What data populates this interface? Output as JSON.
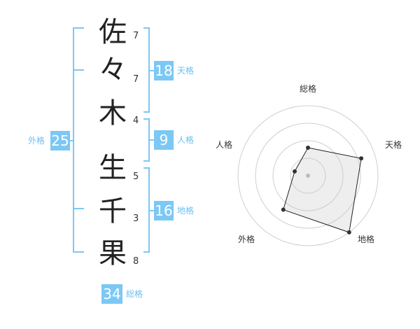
{
  "name": {
    "chars": [
      {
        "char": "佐",
        "strokes": "7"
      },
      {
        "char": "々",
        "strokes": "7"
      },
      {
        "char": "木",
        "strokes": "4"
      },
      {
        "char": "生",
        "strokes": "5"
      },
      {
        "char": "千",
        "strokes": "3"
      },
      {
        "char": "果",
        "strokes": "8"
      }
    ]
  },
  "kaku": {
    "tenkaku": {
      "value": "18",
      "label": "天格"
    },
    "jinkaku": {
      "value": "9",
      "label": "人格"
    },
    "chikaku": {
      "value": "16",
      "label": "地格"
    },
    "gaikaku": {
      "value": "25",
      "label": "外格"
    },
    "soukaku": {
      "value": "34",
      "label": "総格"
    }
  },
  "colors": {
    "accent": "#7cc8f5",
    "label": "#6fbfee"
  },
  "chart_data": {
    "type": "radar",
    "axes": [
      "総格",
      "天格",
      "地格",
      "外格",
      "人格"
    ],
    "values": [
      2,
      4,
      5,
      3,
      1
    ],
    "max": 5,
    "rings": 4
  }
}
